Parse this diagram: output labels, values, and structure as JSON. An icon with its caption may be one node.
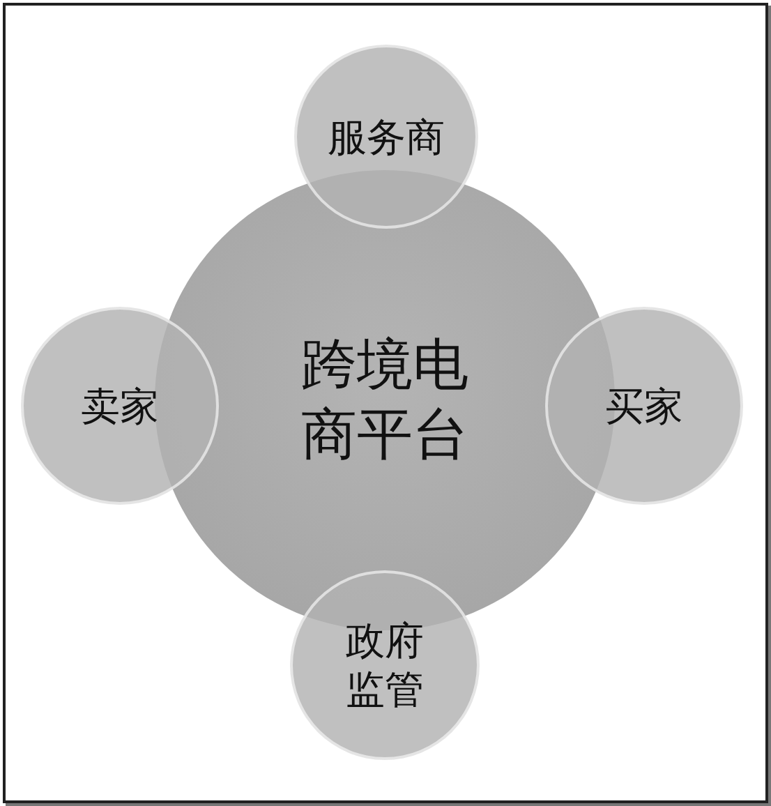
{
  "diagram": {
    "nodes": [
      {
        "text": [
          "跨境电商平台"
        ]
      },
      {
        "text": [
          "服务商"
        ]
      },
      {
        "text": [
          "卖家"
        ]
      },
      {
        "text": [
          "买家"
        ]
      },
      {
        "text": [
          "政府监管"
        ]
      }
    ]
  }
}
